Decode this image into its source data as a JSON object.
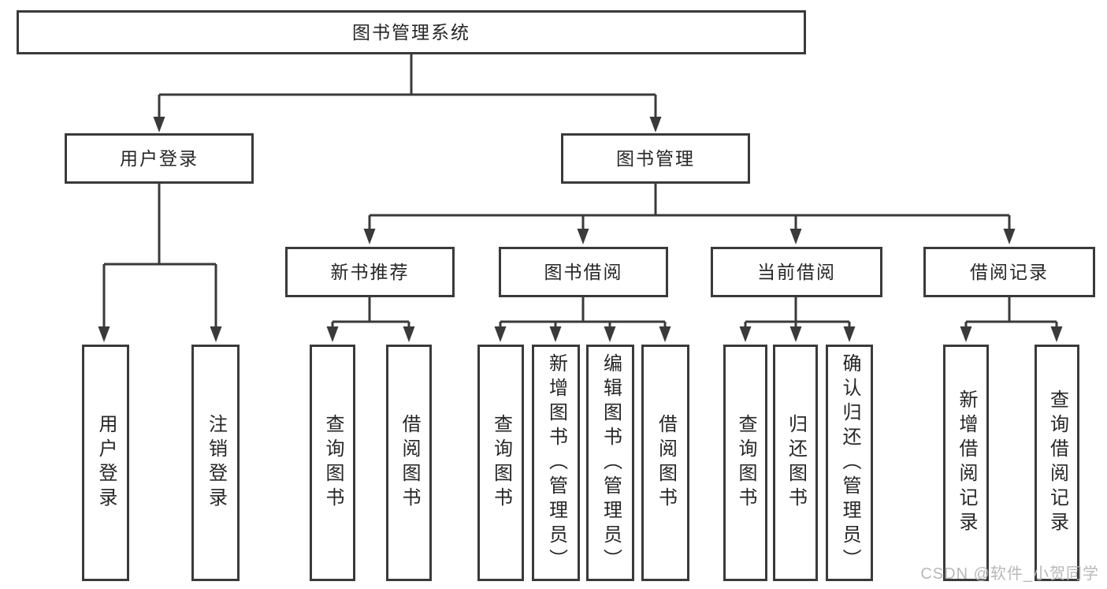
{
  "tree": {
    "root": {
      "label": "图书管理系统"
    },
    "level2": [
      {
        "label": "用户登录"
      },
      {
        "label": "图书管理"
      }
    ],
    "level3": [
      {
        "label": "新书推荐"
      },
      {
        "label": "图书借阅"
      },
      {
        "label": "当前借阅"
      },
      {
        "label": "借阅记录"
      }
    ],
    "leaves": {
      "user_login": [
        {
          "label": "用户登录"
        },
        {
          "label": "注销登录"
        }
      ],
      "new_book_rec": [
        {
          "label": "查询图书"
        },
        {
          "label": "借阅图书"
        }
      ],
      "book_borrow": [
        {
          "label": "查询图书"
        },
        {
          "label": "新增图书（管理员）"
        },
        {
          "label": "编辑图书（管理员）"
        },
        {
          "label": "借阅图书"
        }
      ],
      "current_borrow": [
        {
          "label": "查询图书"
        },
        {
          "label": "归还图书"
        },
        {
          "label": "确认归还（管理员）"
        }
      ],
      "borrow_record": [
        {
          "label": "新增借阅记录"
        },
        {
          "label": "查询借阅记录"
        }
      ]
    }
  },
  "watermark": {
    "text": "CSDN @软件_小贺同学"
  },
  "colors": {
    "line": "#3a3a3a",
    "border": "#3a3a3a",
    "text": "#262626",
    "box_bg": "#ffffff",
    "watermark": "#b3b3b3",
    "page_bg": "#ffffff"
  }
}
